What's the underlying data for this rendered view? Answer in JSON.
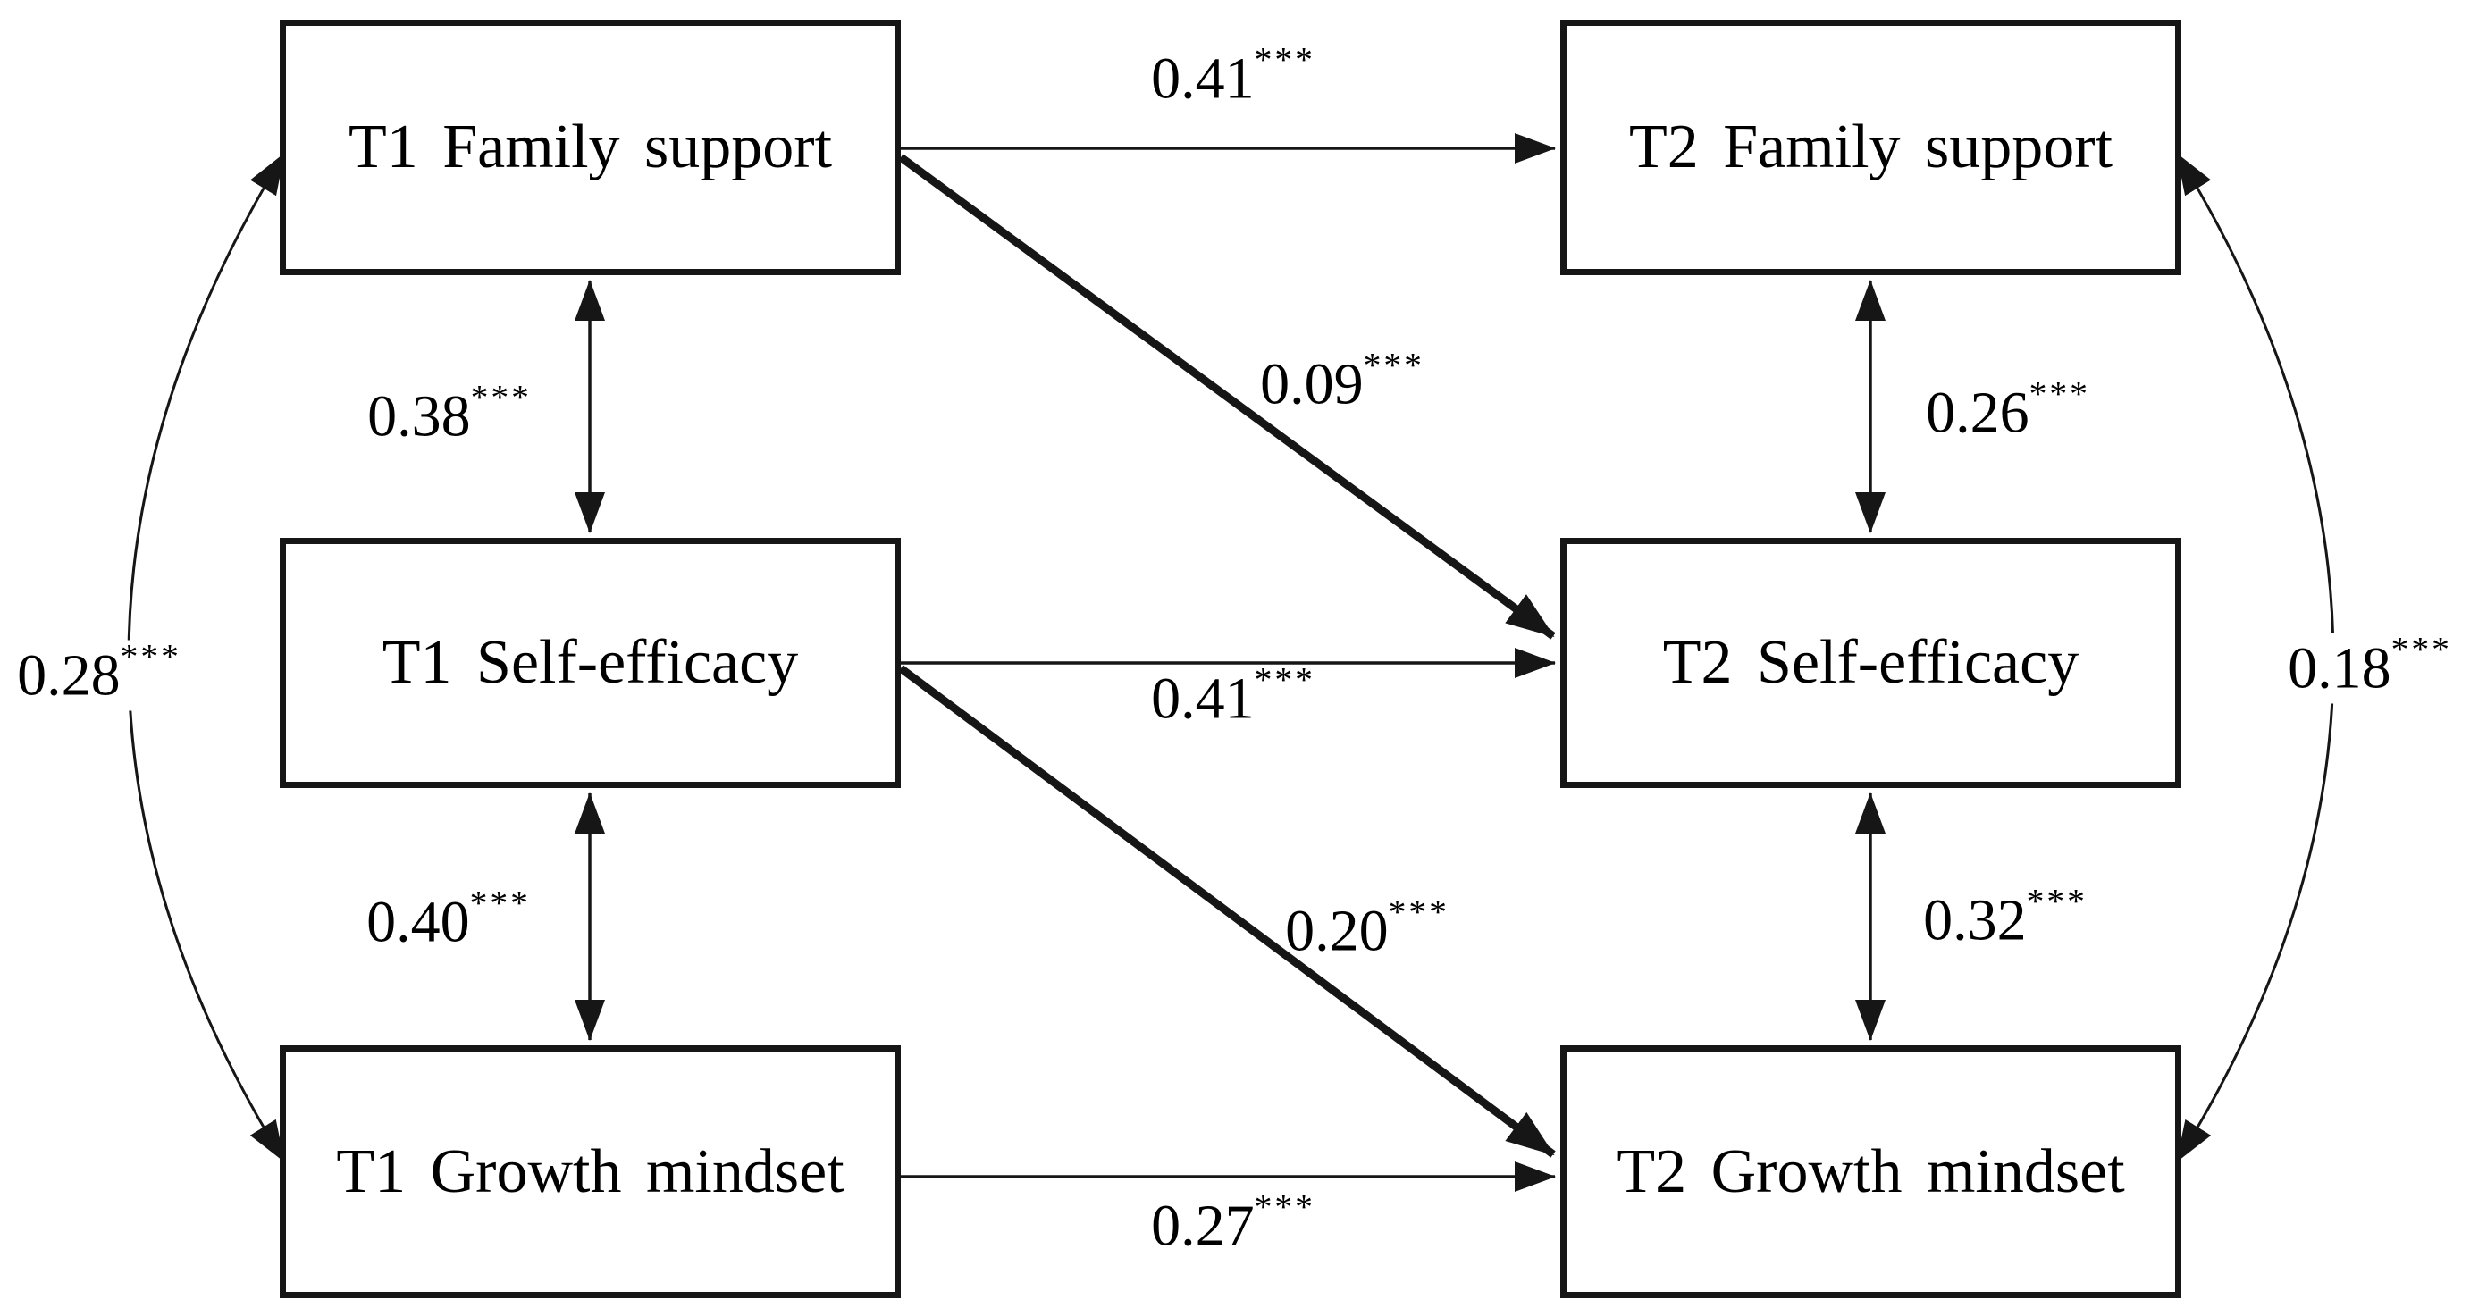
{
  "diagram": {
    "type": "path-model",
    "nodes": [
      {
        "id": "t1-family-support",
        "label": "T1 Family support"
      },
      {
        "id": "t2-family-support",
        "label": "T2 Family support"
      },
      {
        "id": "t1-self-efficacy",
        "label": "T1 Self-efficacy"
      },
      {
        "id": "t2-self-efficacy",
        "label": "T2 Self-efficacy"
      },
      {
        "id": "t1-growth-mindset",
        "label": "T1 Growth mindset"
      },
      {
        "id": "t2-growth-mindset",
        "label": "T2 Growth mindset"
      }
    ],
    "edges": [
      {
        "from": "t1-family-support",
        "to": "t2-family-support",
        "value": "0.41",
        "sig": "***",
        "style": "thin-straight-arrow"
      },
      {
        "from": "t1-family-support",
        "to": "t2-self-efficacy",
        "value": "0.09",
        "sig": "***",
        "style": "bold-diagonal-arrow"
      },
      {
        "from": "t1-self-efficacy",
        "to": "t2-self-efficacy",
        "value": "0.41",
        "sig": "***",
        "style": "thin-straight-arrow"
      },
      {
        "from": "t1-self-efficacy",
        "to": "t2-growth-mindset",
        "value": "0.20",
        "sig": "***",
        "style": "bold-diagonal-arrow"
      },
      {
        "from": "t1-growth-mindset",
        "to": "t2-growth-mindset",
        "value": "0.27",
        "sig": "***",
        "style": "thin-straight-arrow"
      },
      {
        "from": "t1-family-support",
        "to": "t1-self-efficacy",
        "value": "0.38",
        "sig": "***",
        "style": "double-headed-vertical"
      },
      {
        "from": "t1-self-efficacy",
        "to": "t1-growth-mindset",
        "value": "0.40",
        "sig": "***",
        "style": "double-headed-vertical"
      },
      {
        "from": "t2-family-support",
        "to": "t2-self-efficacy",
        "value": "0.26",
        "sig": "***",
        "style": "double-headed-vertical"
      },
      {
        "from": "t2-self-efficacy",
        "to": "t2-growth-mindset",
        "value": "0.32",
        "sig": "***",
        "style": "double-headed-vertical"
      },
      {
        "from": "t1-family-support",
        "to": "t1-growth-mindset",
        "value": "0.28",
        "sig": "***",
        "style": "double-headed-curved"
      },
      {
        "from": "t2-family-support",
        "to": "t2-growth-mindset",
        "value": "0.18",
        "sig": "***",
        "style": "double-headed-curved"
      }
    ],
    "colors": {
      "line": "#161616",
      "text": "#000000",
      "background": "#ffffff"
    }
  }
}
